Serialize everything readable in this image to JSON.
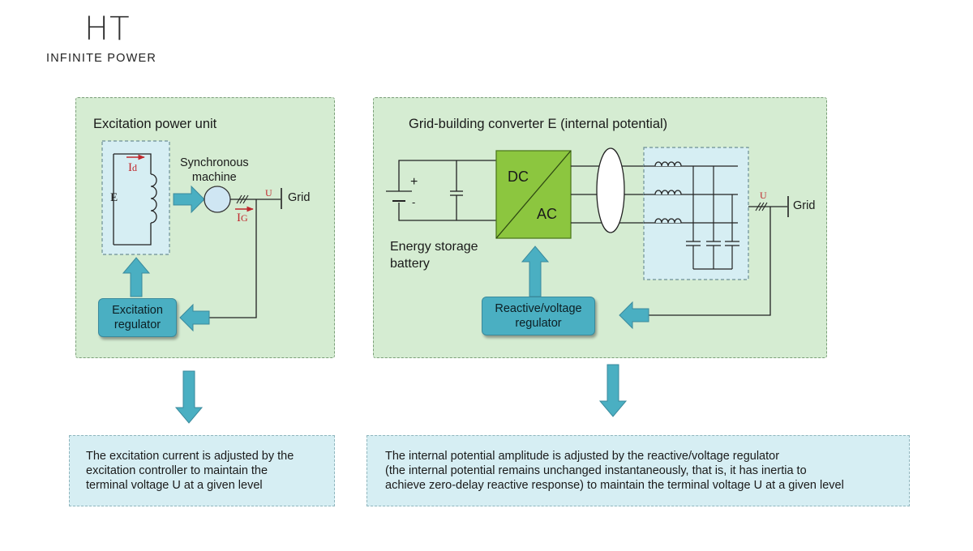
{
  "logo": {
    "mark": "HT",
    "tagline": "INFINITE POWER"
  },
  "left_panel": {
    "title": "Excitation power unit",
    "e_label": "E",
    "id_label_main": "I",
    "id_label_sub": "d",
    "machine_label": "Synchronous\nmachine",
    "u_label": "U",
    "grid_label": "Grid",
    "ig_label_main": "I",
    "ig_label_sub": "G",
    "regulator_label": "Excitation\nregulator"
  },
  "right_panel": {
    "title": "Grid-building converter E (internal potential)",
    "battery_plus": "+",
    "battery_minus": "-",
    "battery_label": "Energy storage\nbattery",
    "dc_label": "DC",
    "ac_label": "AC",
    "u_label": "U",
    "grid_label": "Grid",
    "regulator_label": "Reactive/voltage\nregulator"
  },
  "notes": {
    "left": "The excitation current is adjusted by the\nexcitation controller to maintain the\nterminal voltage U at a given level",
    "right": "The internal potential amplitude is adjusted by the reactive/voltage regulator\n(the internal potential remains unchanged instantaneously, that is, it has inertia to\nachieve zero-delay reactive response) to maintain the terminal voltage U at a given level"
  },
  "colors": {
    "panel_fill": "#d5ecd2",
    "arrow_fill": "#4aafc2",
    "converter_fill": "#8cc63f",
    "filter_fill": "#d6eef3",
    "current_arrow": "#c0282d"
  }
}
